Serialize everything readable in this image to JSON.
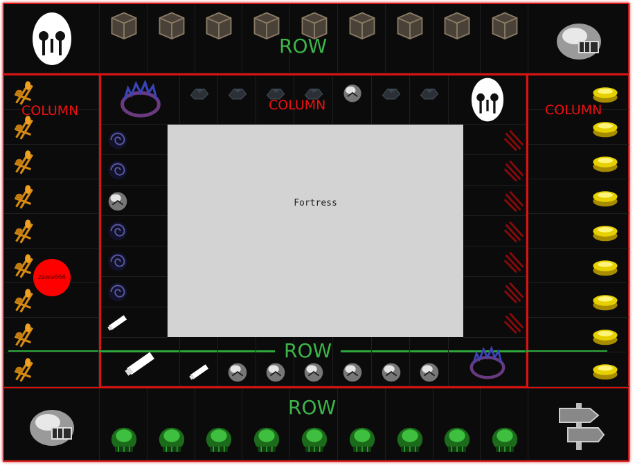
{
  "labels": {
    "row_top": "ROW",
    "row_middle": "ROW",
    "row_bottom": "ROW",
    "column_left": "COLUMN",
    "column_center": "COLUMN",
    "column_right": "COLUMN"
  },
  "center": {
    "title": "Fortress"
  },
  "player": {
    "name": "zewa666"
  },
  "colors": {
    "frame": "#e01010",
    "row_line": "#2ea83a",
    "board": "#0b0b0b",
    "center": "#d3d3d3"
  },
  "icons": {
    "top_row": [
      "mask-icon",
      "crate-icon",
      "crate-icon",
      "crate-icon",
      "crate-icon",
      "crate-icon",
      "crate-icon",
      "crate-icon",
      "crate-icon",
      "crate-icon",
      "helmet-icon"
    ],
    "bottom_row": [
      "helmet-icon",
      "slime-icon",
      "slime-icon",
      "slime-icon",
      "slime-icon",
      "slime-icon",
      "slime-icon",
      "slime-icon",
      "slime-icon",
      "slime-icon",
      "signpost-icon"
    ],
    "left_column": [
      "wheat-icon",
      "wheat-icon",
      "wheat-icon",
      "wheat-icon",
      "wheat-icon",
      "wheat-icon",
      "wheat-icon",
      "wheat-icon",
      "wheat-icon"
    ],
    "right_column": [
      "gold-icon",
      "gold-icon",
      "gold-icon",
      "gold-icon",
      "gold-icon",
      "gold-icon",
      "gold-icon",
      "gold-icon",
      "gold-icon"
    ],
    "inner_top": [
      "portal-ring-icon",
      "ore-icon",
      "ore-icon",
      "ore-icon",
      "ore-icon",
      "stone-icon",
      "ore-icon",
      "ore-icon",
      "mask-icon"
    ],
    "inner_left": [
      "vortex-icon",
      "vortex-icon",
      "stone-icon",
      "vortex-icon",
      "vortex-icon",
      "vortex-icon",
      "saw-icon"
    ],
    "inner_right": [
      "claw-icon",
      "claw-icon",
      "claw-icon",
      "claw-icon",
      "claw-icon",
      "claw-icon",
      "claw-icon"
    ],
    "inner_bottom": [
      "saw-icon",
      "saw-icon",
      "stone-icon",
      "stone-icon",
      "stone-icon",
      "stone-icon",
      "stone-icon",
      "stone-icon",
      "portal-ring-icon"
    ]
  }
}
